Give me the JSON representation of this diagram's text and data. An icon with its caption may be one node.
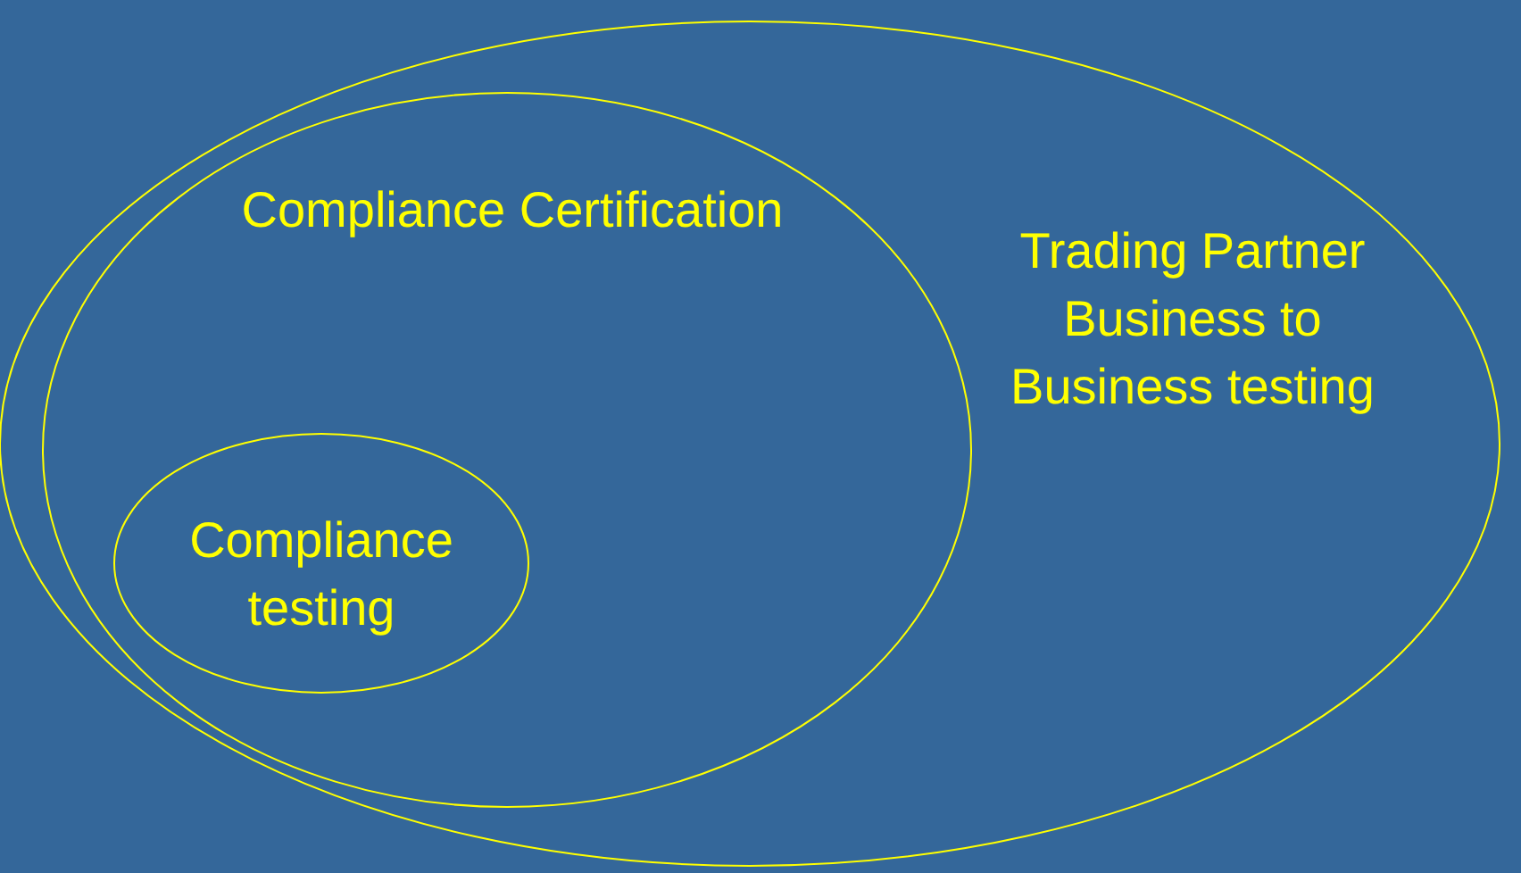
{
  "diagram": {
    "nodes": [
      {
        "text": [
          "Trading Partner Business to Business testing"
        ]
      },
      {
        "text": [
          "Compliance Certification"
        ],
        "in": 0
      },
      {
        "text": [
          "Compliance testing"
        ],
        "in": 1
      }
    ]
  }
}
